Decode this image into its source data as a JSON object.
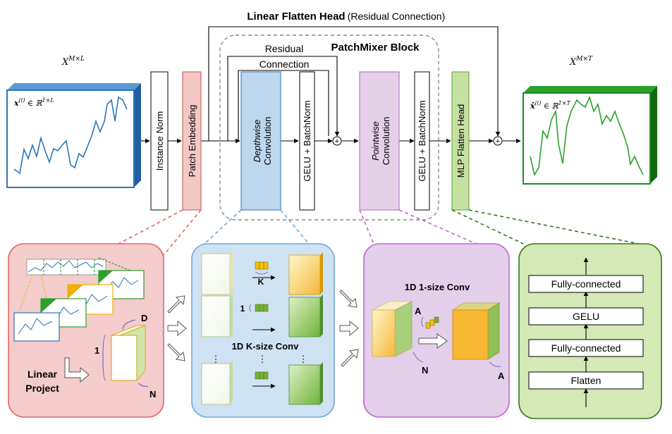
{
  "head": {
    "title": "Linear Flatten Head",
    "subtitle": "(Residual Connection)"
  },
  "mixer": {
    "title": "PatchMixer Block",
    "residual_line1": "Residual",
    "residual_line2": "Connection"
  },
  "io": {
    "input_dim": "X^{M×L}",
    "output_dim": "X^{M×T}",
    "input_label": "x^(i) ∈ ℝ^{1×L}",
    "output_label": "x̂^(i) ∈ ℝ^{1×T}"
  },
  "blocks": {
    "instance_norm": "Instance Norm",
    "patch_embedding": "Patch Embedding",
    "depthwise_italic": "Depthwise",
    "depthwise_rest": "Convolution",
    "gelu_bn_1": "GELU + BatchNorm",
    "pointwise_italic": "Pointwise",
    "pointwise_rest": "Convolution",
    "gelu_bn_2": "GELU + BatchNorm",
    "mlp_head": "MLP Flatten Head",
    "plus": "+"
  },
  "panel_embedding": {
    "linear": "Linear",
    "project": "Project",
    "d": "D",
    "one": "1",
    "n": "N"
  },
  "panel_depthwise": {
    "title": "1D K-size Conv",
    "k": "K",
    "one": "1",
    "dots": "⋮"
  },
  "panel_pointwise": {
    "title": "1D 1-size Conv",
    "a1": "A",
    "n": "N",
    "a2": "A"
  },
  "panel_head": {
    "layers": [
      "Fully-connected",
      "GELU",
      "Fully-connected",
      "Flatten"
    ]
  },
  "colors": {
    "patch_embedding": "#f4c7c7",
    "depthwise": "#bdd7ee",
    "pointwise": "#e4d1e8",
    "mlp_head": "#c5e0a0",
    "input_frame": "#2e75b6",
    "output_frame": "#1e8c1e"
  }
}
